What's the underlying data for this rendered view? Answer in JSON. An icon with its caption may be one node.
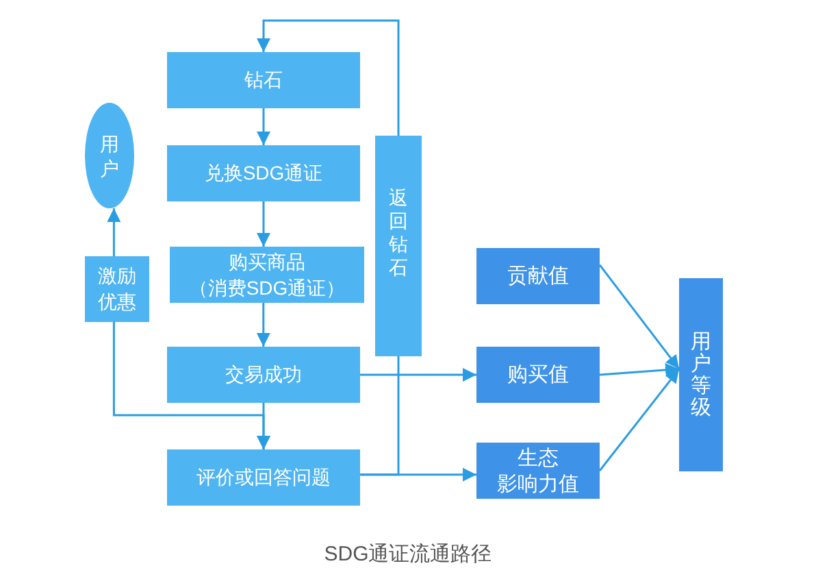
{
  "diagram": {
    "caption": "SDG通证流通路径",
    "nodes": [
      {
        "text": [
          "钻石"
        ]
      },
      {
        "text": [
          "兑换SDG通证"
        ]
      },
      {
        "text": [
          "购买商品（消费SDG通证）"
        ]
      },
      {
        "text": [
          "交易成功"
        ]
      },
      {
        "text": [
          "评价或回答问题"
        ]
      },
      {
        "text": [
          "返回钻石"
        ]
      },
      {
        "text": [
          "用户"
        ]
      },
      {
        "text": [
          "激励优惠"
        ]
      },
      {
        "text": [
          "贡献值"
        ]
      },
      {
        "text": [
          "购买值"
        ]
      },
      {
        "text": [
          "生态影响力值"
        ]
      },
      {
        "text": [
          "用户等级"
        ]
      }
    ],
    "edges": [
      {
        "from": 0,
        "to": 1,
        "arrow": "to"
      },
      {
        "from": 1,
        "to": 2,
        "arrow": "to"
      },
      {
        "from": 2,
        "to": 3,
        "arrow": "to"
      },
      {
        "from": 3,
        "to": 4,
        "arrow": "to"
      },
      {
        "from": 7,
        "to": 4,
        "arrow": "to"
      },
      {
        "from": 7,
        "to": 6,
        "arrow": "to"
      },
      {
        "from": 3,
        "to": 9,
        "arrow": "to"
      },
      {
        "from": 4,
        "to": 10,
        "arrow": "to"
      },
      {
        "from": 4,
        "to": 5,
        "arrow": "none"
      },
      {
        "from": 5,
        "to": 0,
        "arrow": "to"
      },
      {
        "from": 8,
        "to": 11,
        "arrow": "to"
      },
      {
        "from": 9,
        "to": 11,
        "arrow": "to"
      },
      {
        "from": 10,
        "to": 11,
        "arrow": "to"
      }
    ]
  }
}
